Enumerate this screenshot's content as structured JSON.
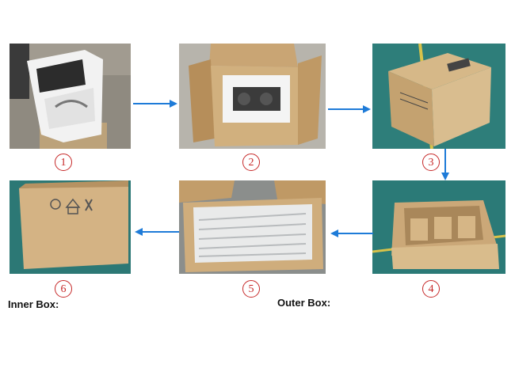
{
  "steps": [
    {
      "number": "1"
    },
    {
      "number": "2"
    },
    {
      "number": "3"
    },
    {
      "number": "4"
    },
    {
      "number": "5"
    },
    {
      "number": "6"
    }
  ],
  "labels": {
    "inner_box": "Inner Box:",
    "outer_box": "Outer Box:"
  },
  "colors": {
    "arrow": "#1e7bd8",
    "step_circle": "#c62828",
    "cardboard": "#c7a472",
    "floor_teal": "#2e7e7a"
  },
  "icons": [
    "arrow-right-icon",
    "arrow-down-icon",
    "arrow-left-icon"
  ]
}
